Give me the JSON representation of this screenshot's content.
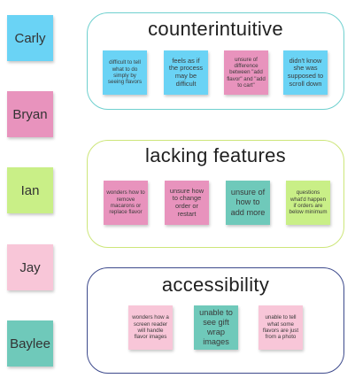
{
  "people": [
    {
      "name": "Carly",
      "color": "#6ad3f5"
    },
    {
      "name": "Bryan",
      "color": "#e893bd"
    },
    {
      "name": "Ian",
      "color": "#c9ef87"
    },
    {
      "name": "Jay",
      "color": "#f8c6d8"
    },
    {
      "name": "Baylee",
      "color": "#6fc9ba"
    }
  ],
  "groups": {
    "counterintuitive": {
      "title": "counterintuitive",
      "border_color": "#6fd0cf",
      "notes": [
        {
          "text": "difficult to tell what to do simply by seeing flavors",
          "color": "#6ad3f5"
        },
        {
          "text": "feels as if the process may be difficult",
          "color": "#6ad3f5"
        },
        {
          "text": "unsure of difference between \"add flavor\" and \"add to cart\"",
          "color": "#e893bd"
        },
        {
          "text": "didn't know she was supposed to scroll down",
          "color": "#6ad3f5"
        }
      ]
    },
    "lacking_features": {
      "title": "lacking features",
      "border_color": "#cde67a",
      "notes": [
        {
          "text": "wonders how to remove macarons or replace flavor",
          "color": "#e893bd"
        },
        {
          "text": "unsure how to change order or restart",
          "color": "#e893bd"
        },
        {
          "text": "unsure of how to add more",
          "color": "#6fc9ba"
        },
        {
          "text": "questions what'd happen if orders are below minimum",
          "color": "#c9ef87"
        }
      ]
    },
    "accessibility": {
      "title": "accessibility",
      "border_color": "#3d4a8c",
      "notes": [
        {
          "text": "wonders how a screen reader will handle flavor images",
          "color": "#f8c6d8"
        },
        {
          "text": "unable to see gift wrap images",
          "color": "#6fc9ba"
        },
        {
          "text": "unable to tell what some flavors are just from a photo",
          "color": "#f8c6d8"
        }
      ]
    }
  }
}
